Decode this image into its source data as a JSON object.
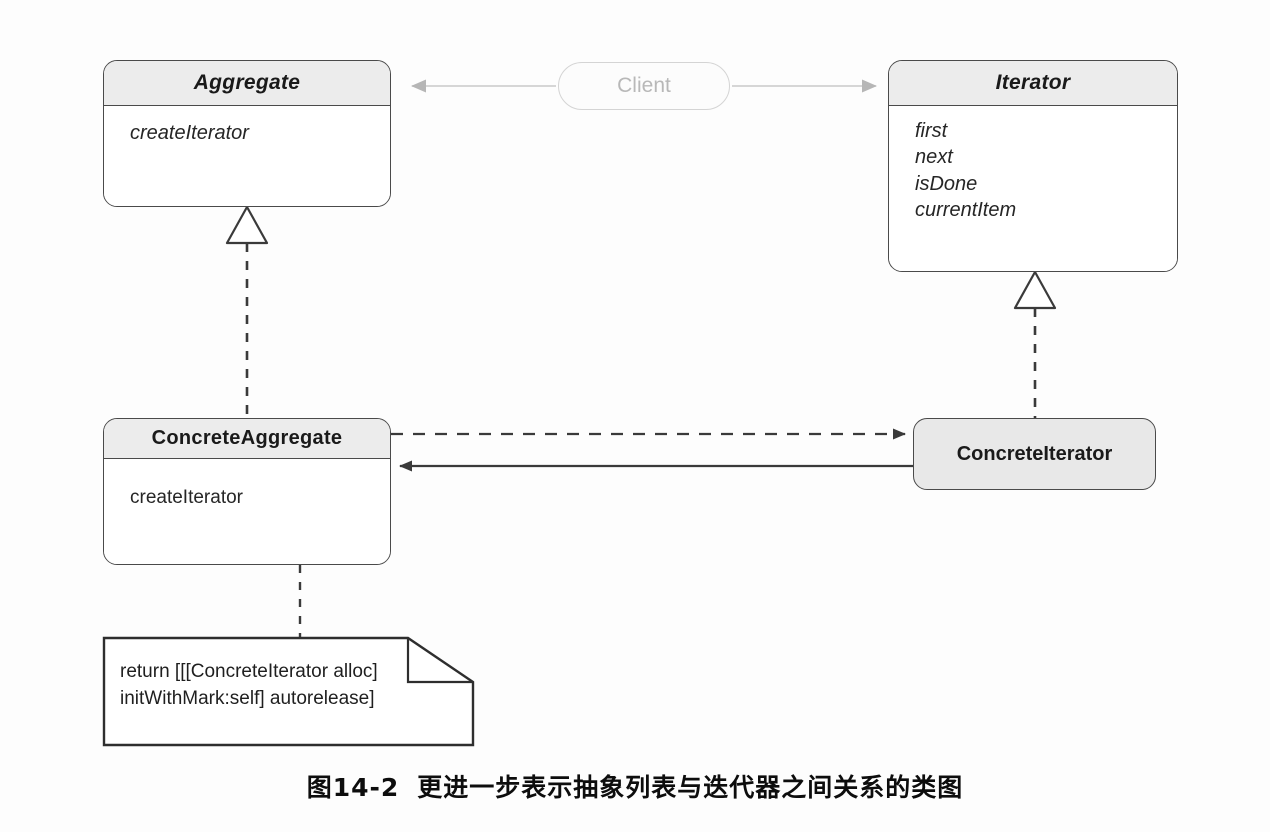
{
  "diagram": {
    "title": "Iterator pattern UML class diagram",
    "classes": [
      {
        "id": "aggregate",
        "name": "Aggregate",
        "abstract": true,
        "operations": [
          "createIterator"
        ]
      },
      {
        "id": "iterator",
        "name": "Iterator",
        "abstract": true,
        "operations": [
          "first",
          "next",
          "isDone",
          "currentItem"
        ]
      },
      {
        "id": "concrete_aggregate",
        "name": "ConcreteAggregate",
        "abstract": false,
        "operations": [
          "createIterator"
        ]
      },
      {
        "id": "concrete_iterator",
        "name": "ConcreteIterator",
        "abstract": false,
        "operations": []
      }
    ],
    "client": {
      "label": "Client"
    },
    "note": {
      "lines": [
        "return [[[ConcreteIterator alloc]",
        "initWithMark:self] autorelease]"
      ]
    },
    "relations": [
      {
        "from": "client",
        "to": "aggregate",
        "type": "dependency-arrow"
      },
      {
        "from": "client",
        "to": "iterator",
        "type": "dependency-arrow"
      },
      {
        "from": "concrete_aggregate",
        "to": "aggregate",
        "type": "realization"
      },
      {
        "from": "concrete_iterator",
        "to": "iterator",
        "type": "realization"
      },
      {
        "from": "concrete_aggregate",
        "to": "concrete_iterator",
        "type": "dependency-dashed"
      },
      {
        "from": "concrete_iterator",
        "to": "concrete_aggregate",
        "type": "association-solid"
      },
      {
        "from": "concrete_aggregate.createIterator",
        "to": "note",
        "type": "note-anchor"
      }
    ]
  },
  "caption": {
    "number": "图14-2",
    "text": "更进一步表示抽象列表与迭代器之间关系的类图"
  },
  "colors": {
    "line": "#4a4a4a",
    "header_fill": "#ececec",
    "body_fill": "#ffffff",
    "concrete_iterator_fill": "#e8e8e8",
    "client_line": "#d4d4d4",
    "client_text": "#b8b8b8",
    "page_background": "#fdfdfd"
  }
}
